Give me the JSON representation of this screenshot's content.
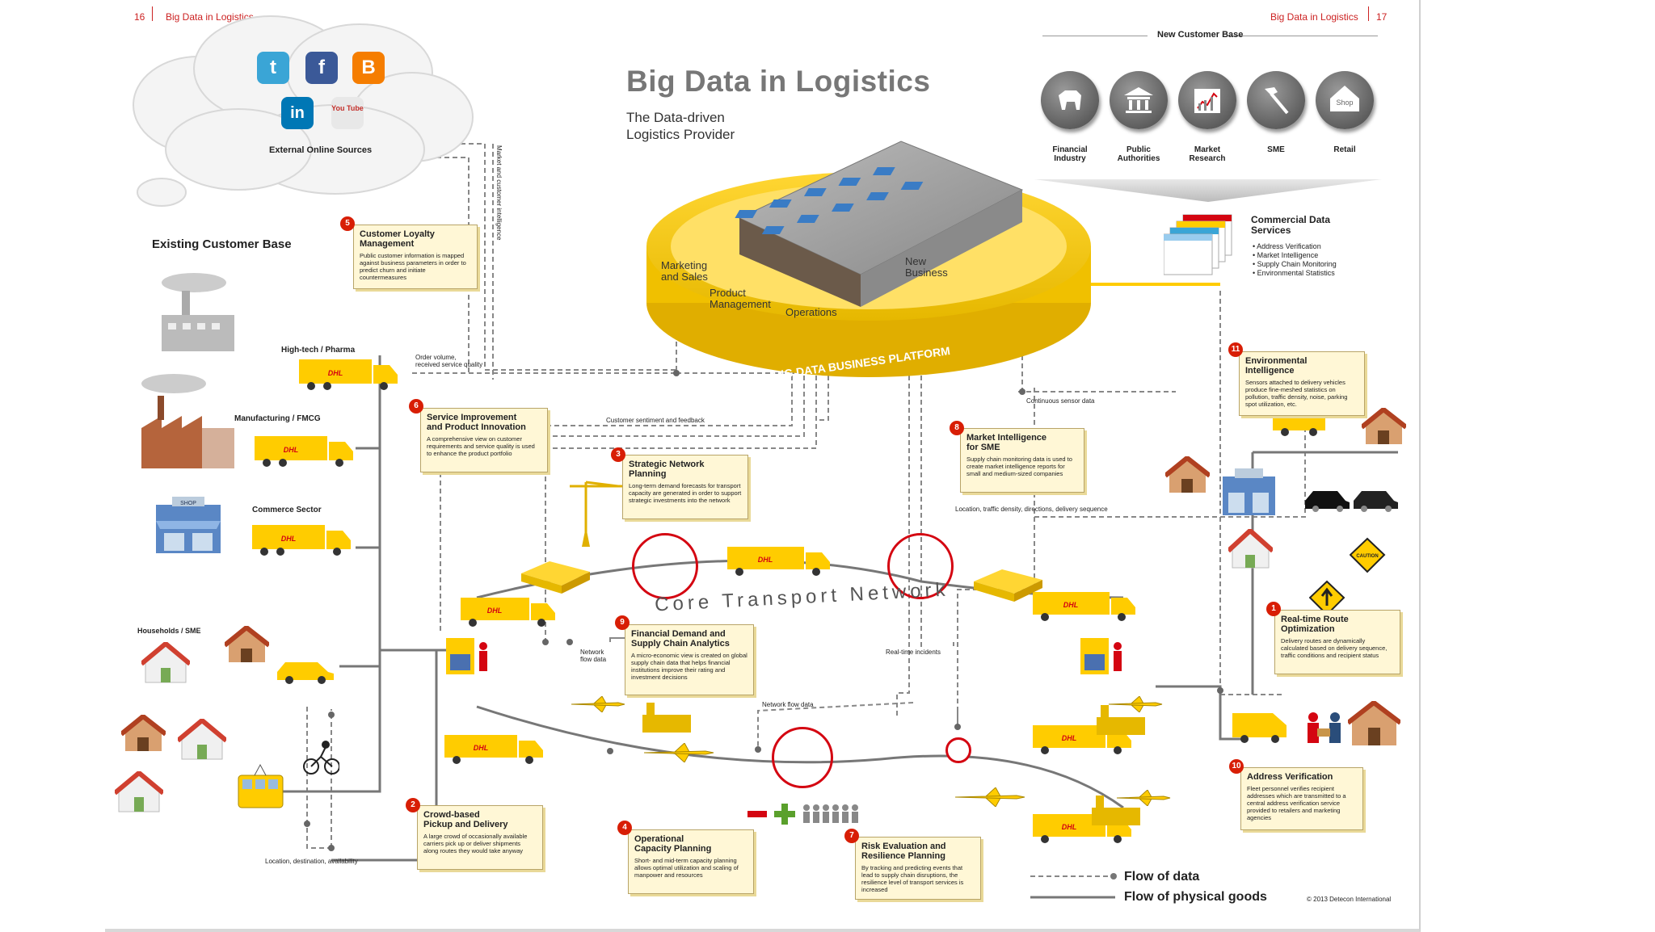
{
  "header": {
    "left_page_num": "16",
    "left_title": "Big Data in Logistics",
    "right_title": "Big Data in Logistics",
    "right_page_num": "17"
  },
  "title": "Big Data in Logistics",
  "subtitle_line1": "The Data-driven",
  "subtitle_line2": "Logistics Provider",
  "cloud": {
    "label": "External Online Sources",
    "icons": [
      "twitter-icon",
      "facebook-icon",
      "blogger-icon",
      "linkedin-icon",
      "youtube-icon"
    ],
    "twitter_glyph": "t",
    "facebook_glyph": "f",
    "blogger_glyph": "B",
    "linkedin_glyph": "in",
    "youtube_glyph": "You Tube"
  },
  "new_customer_base": {
    "title": "New Customer Base",
    "items": [
      {
        "label_l1": "Financial",
        "label_l2": "Industry",
        "icon": "bull-icon"
      },
      {
        "label_l1": "Public",
        "label_l2": "Authorities",
        "icon": "building-icon"
      },
      {
        "label_l1": "Market",
        "label_l2": "Research",
        "icon": "chart-icon"
      },
      {
        "label_l1": "SME",
        "label_l2": "",
        "icon": "hammer-icon"
      },
      {
        "label_l1": "Retail",
        "label_l2": "",
        "icon": "shop-icon"
      }
    ],
    "shop_sign": "Shop"
  },
  "commercial": {
    "title_l1": "Commercial Data",
    "title_l2": "Services",
    "bullets": [
      "Address Verification",
      "Market Intelligence",
      "Supply Chain Monitoring",
      "Environmental Statistics"
    ]
  },
  "platform": {
    "marketing_l1": "Marketing",
    "marketing_l2": "and Sales",
    "product_l1": "Product",
    "product_l2": "Management",
    "operations": "Operations",
    "new_business_l1": "New",
    "new_business_l2": "Business",
    "ring_text": "BIG DATA BUSINESS PLATFORM"
  },
  "existing": {
    "title": "Existing Customer Base",
    "hightech": "High-tech / Pharma",
    "manufacturing": "Manufacturing / FMCG",
    "commerce": "Commerce Sector",
    "households": "Households / SME",
    "shop_sign": "SHOP"
  },
  "truck_brand": "DHL",
  "caution": "CAUTION",
  "core_network": "Core Transport Network",
  "small_labels": {
    "market_cust": "Market and customer intelligence",
    "order_vol_l1": "Order volume,",
    "order_vol_l2": "received service quality",
    "cust_sentiment": "Customer sentiment and feedback",
    "continuous": "Continuous sensor data",
    "location_traffic": "Location, traffic density, directions, delivery sequence",
    "network_flow_l1": "Network",
    "network_flow_l2": "flow data",
    "realtime_inc": "Real-time incidents",
    "network_flow2": "Network flow data",
    "loc_dest": "Location, destination, availability"
  },
  "boxes": {
    "b1": {
      "num": "1",
      "t1": "Real-time Route",
      "t2": "Optimization",
      "body": "Delivery routes are dynamically calculated based on delivery sequence, traffic conditions and recipient status"
    },
    "b2": {
      "num": "2",
      "t1": "Crowd-based",
      "t2": "Pickup and Delivery",
      "body": "A large crowd of occasionally available carriers pick up or deliver shipments along routes they would take anyway"
    },
    "b3": {
      "num": "3",
      "t1": "Strategic Network",
      "t2": "Planning",
      "body": "Long-term demand forecasts for transport capacity are generated in order to support strategic investments into the network"
    },
    "b4": {
      "num": "4",
      "t1": "Operational",
      "t2": "Capacity Planning",
      "body": "Short- and mid-term capacity planning allows optimal utilization and scaling of manpower and resources"
    },
    "b5": {
      "num": "5",
      "t1": "Customer Loyalty",
      "t2": "Management",
      "body": "Public customer information is mapped against business parameters in order to predict churn and initiate countermeasures"
    },
    "b6": {
      "num": "6",
      "t1": "Service Improvement",
      "t2": "and Product Innovation",
      "body": "A comprehensive view on customer requirements and service quality is used to enhance the product portfolio"
    },
    "b7": {
      "num": "7",
      "t1": "Risk Evaluation and",
      "t2": "Resilience Planning",
      "body": "By tracking and predicting events that lead to supply chain disruptions, the resilience level of transport services is increased"
    },
    "b8": {
      "num": "8",
      "t1": "Market Intelligence",
      "t2": "for SME",
      "body": "Supply chain monitoring data is used to create market intelligence reports for small and medium-sized companies"
    },
    "b9": {
      "num": "9",
      "t1": "Financial Demand and",
      "t2": "Supply Chain Analytics",
      "body": "A micro-economic view is created on global supply chain data that helps financial institutions improve their rating and investment decisions"
    },
    "b10": {
      "num": "10",
      "t1": "Address Verification",
      "t2": "",
      "body": "Fleet personnel verifies recipient addresses which are transmitted to a central address verification service provided to retailers and marketing agencies"
    },
    "b11": {
      "num": "11",
      "t1": "Environmental",
      "t2": "Intelligence",
      "body": "Sensors attached to delivery vehicles produce fine-meshed statistics on pollution, traffic density, noise, parking spot utilization, etc."
    }
  },
  "legend": {
    "data": "Flow of data",
    "goods": "Flow of physical goods"
  },
  "copyright": "© 2013 Detecon International",
  "colors": {
    "dhl_yellow": "#ffcc00",
    "dhl_red": "#d40511",
    "accent_red": "#cc2222"
  }
}
